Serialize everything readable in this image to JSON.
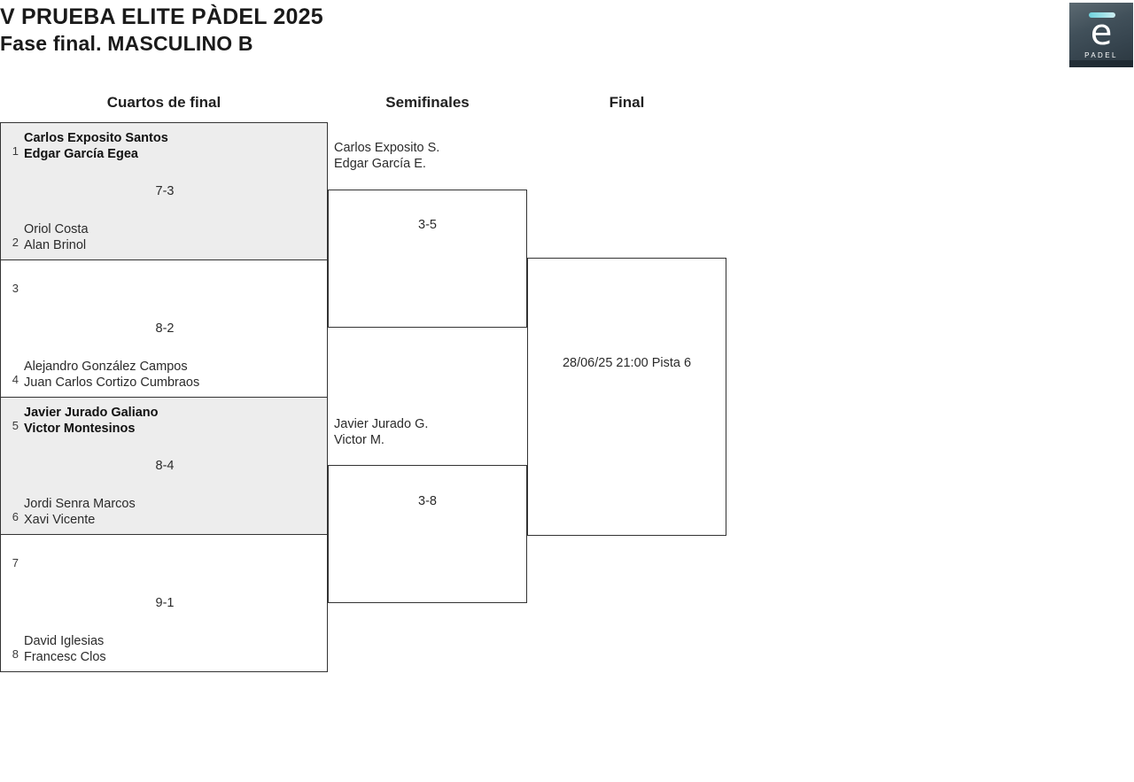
{
  "header": {
    "title_line_1": "V PRUEBA ELITE PÀDEL 2025",
    "title_line_2": "Fase final. MASCULINO B"
  },
  "logo": {
    "mark": "e",
    "word": "PADEL",
    "bar_color": "#7ed6e0",
    "background_color": "#3a4953"
  },
  "rounds": {
    "r1_label": "Cuartos de final",
    "r2_label": "Semifinales",
    "r3_label": "Final"
  },
  "quarterfinals": [
    {
      "score": "7-3",
      "top": {
        "seed": "1",
        "player1": "Carlos Exposito Santos",
        "player2": "Edgar García Egea",
        "winner": true
      },
      "bottom": {
        "seed": "2",
        "player1": "Oriol Costa",
        "player2": "Alan Brinol",
        "winner": false
      },
      "shaded": true
    },
    {
      "score": "8-2",
      "top": {
        "seed": "3",
        "player1": "",
        "player2": "",
        "winner": false
      },
      "bottom": {
        "seed": "4",
        "player1": "Alejandro González Campos",
        "player2": "Juan Carlos Cortizo Cumbraos",
        "winner": false
      },
      "shaded": false
    },
    {
      "score": "8-4",
      "top": {
        "seed": "5",
        "player1": "Javier Jurado Galiano",
        "player2": "Victor Montesinos",
        "winner": true
      },
      "bottom": {
        "seed": "6",
        "player1": "Jordi Senra Marcos",
        "player2": "Xavi Vicente",
        "winner": false
      },
      "shaded": true
    },
    {
      "score": "9-1",
      "top": {
        "seed": "7",
        "player1": "",
        "player2": "",
        "winner": false
      },
      "bottom": {
        "seed": "8",
        "player1": "David Iglesias",
        "player2": "Francesc Clos",
        "winner": false
      },
      "shaded": false
    }
  ],
  "semifinals": [
    {
      "score": "3-5",
      "advancing": {
        "player1": "Carlos Exposito S.",
        "player2": "Edgar García E."
      }
    },
    {
      "score": "3-8",
      "advancing": {
        "player1": "Javier Jurado G.",
        "player2": "Victor M."
      }
    }
  ],
  "final": {
    "info": "28/06/25 21:00 Pista 6"
  }
}
